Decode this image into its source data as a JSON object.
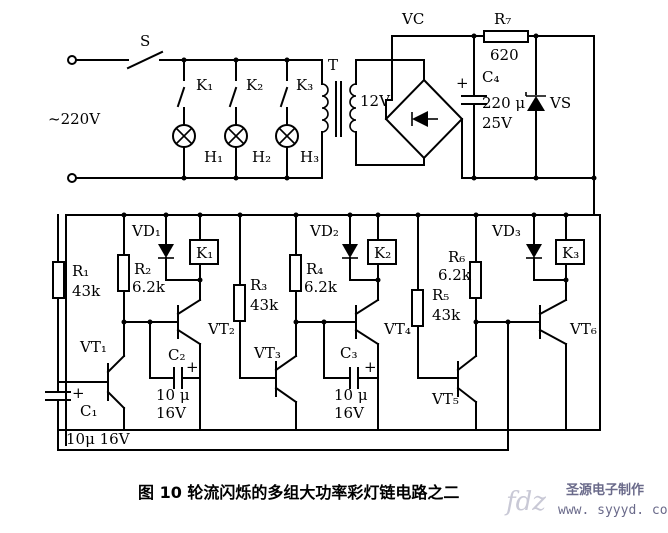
{
  "labels": {
    "S": "S",
    "ac": "~220V",
    "K1": "K₁",
    "K2": "K₂",
    "K3": "K₃",
    "H1": "H₁",
    "H2": "H₂",
    "H3": "H₃",
    "T": "T",
    "v12": "12V",
    "VC": "VC",
    "R7": "R₇",
    "R7v": "620",
    "C4": "C₄",
    "C4v": "220 μ",
    "C4v2": "25V",
    "VS": "VS",
    "R1": "R₁",
    "R1v": "43k",
    "R2": "R₂",
    "R2v": "6.2k",
    "R3": "R₃",
    "R3v": "43k",
    "R4": "R₄",
    "R4v": "6.2k",
    "R5": "R₅",
    "R5v": "43k",
    "R6": "R₆",
    "R6v": "6.2k",
    "VD1": "VD₁",
    "VD2": "VD₂",
    "VD3": "VD₃",
    "RK1": "K₁",
    "RK2": "K₂",
    "RK3": "K₃",
    "VT1": "VT₁",
    "VT2": "VT₂",
    "VT3": "VT₃",
    "VT4": "VT₄",
    "VT5": "VT₅",
    "VT6": "VT₆",
    "C1": "C₁",
    "C1v": "10μ 16V",
    "C2": "C₂",
    "C2v": "10 μ",
    "C2v2": "16V",
    "C3": "C₃",
    "C3v": "10 μ",
    "C3v2": "16V",
    "plus": "+"
  },
  "caption": "图 10   轮流闪烁的多组大功率彩灯链电路之二",
  "watermark": {
    "logo": "fdz",
    "name": "圣源电子制作",
    "url": "www. syyyd. com"
  }
}
